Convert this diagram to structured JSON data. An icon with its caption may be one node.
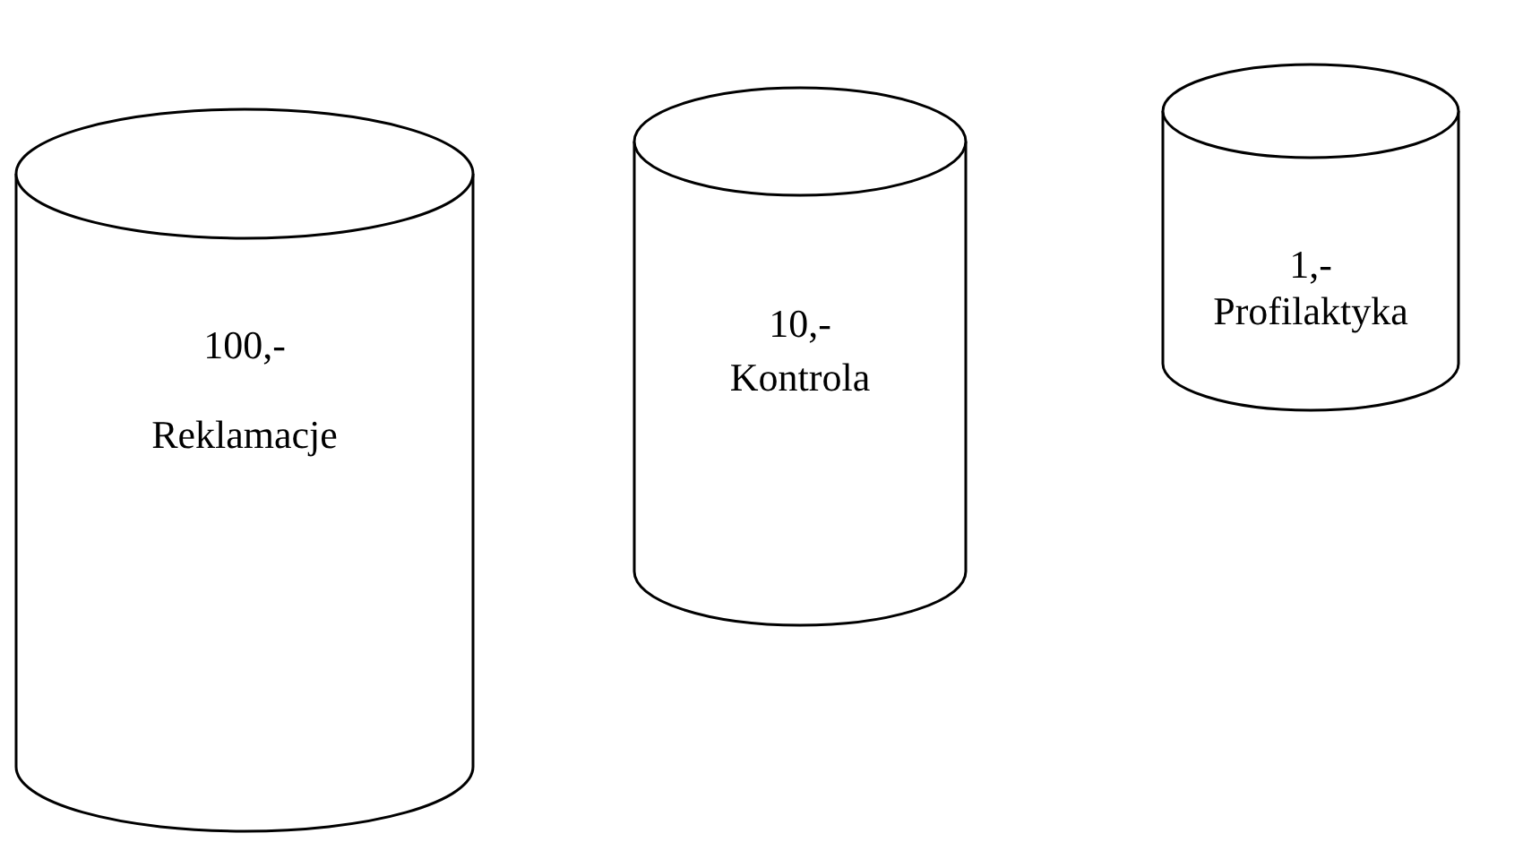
{
  "diagram": {
    "nodes": [
      {
        "text": [
          "100,-",
          "Reklamacje"
        ]
      },
      {
        "text": [
          "10,-",
          "Kontrola"
        ]
      },
      {
        "text": [
          "1,-",
          "Profilaktyka"
        ]
      }
    ]
  }
}
